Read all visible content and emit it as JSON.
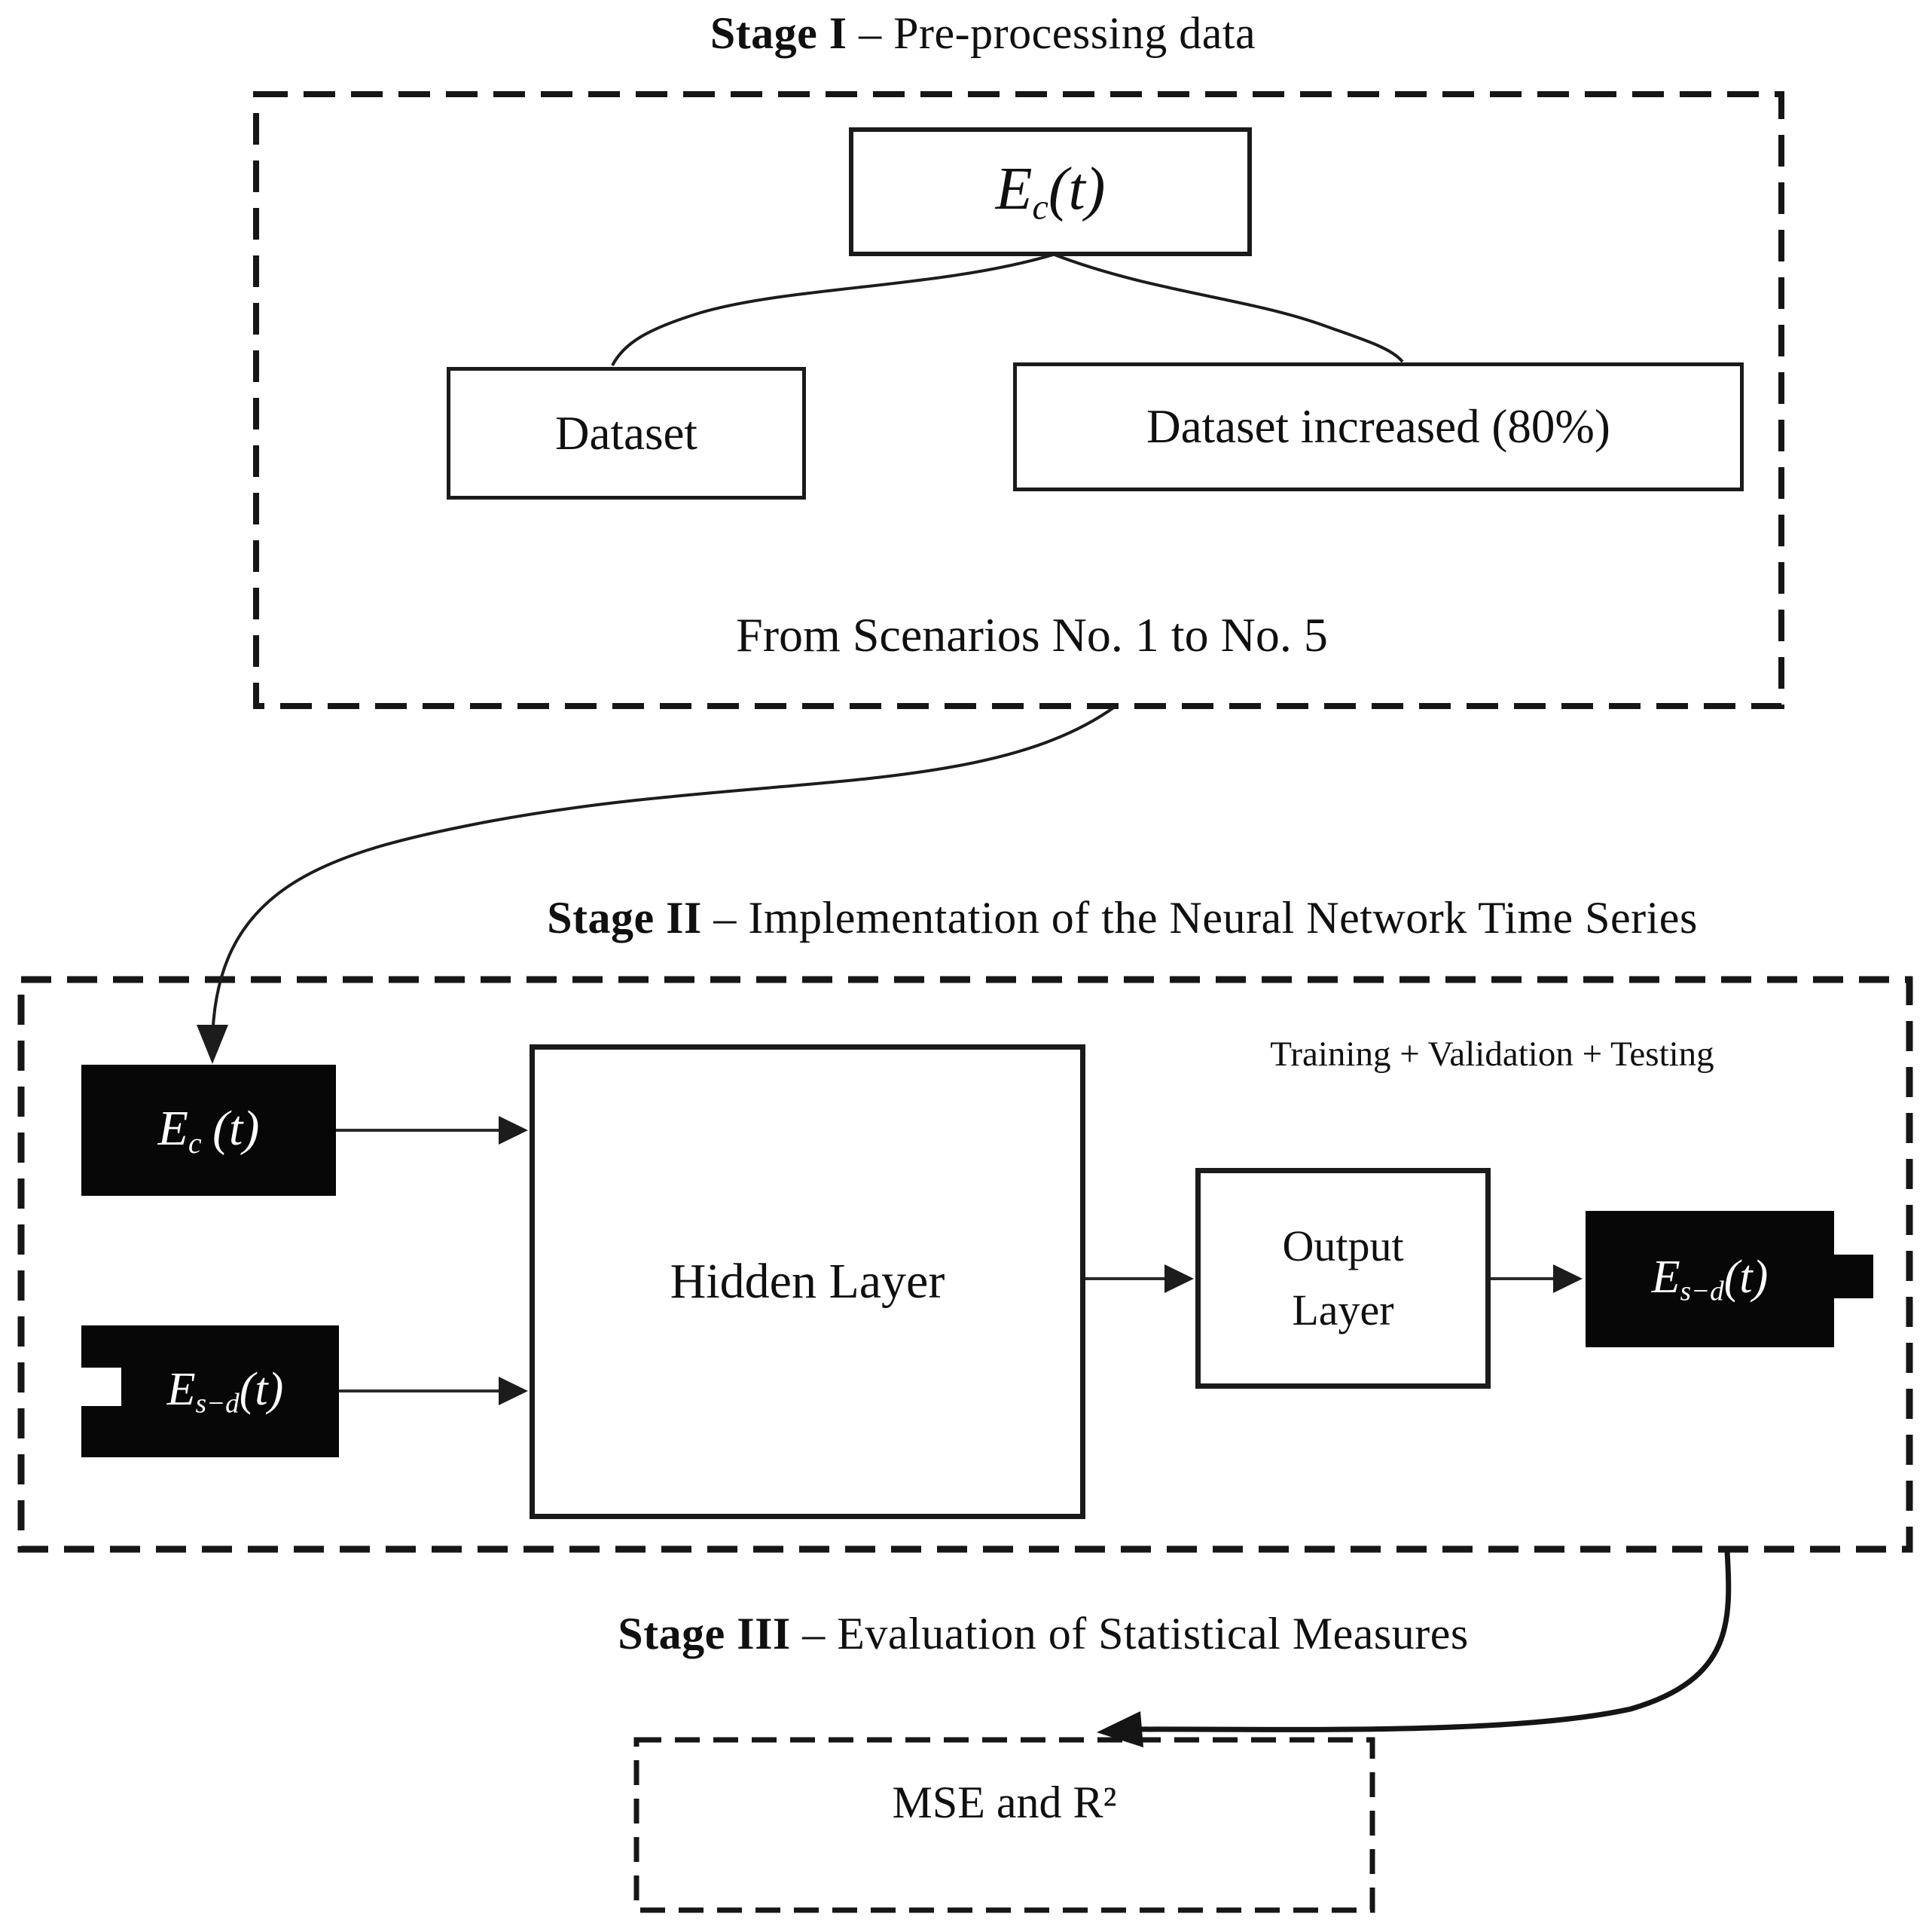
{
  "stage1": {
    "title_stage": "Stage I",
    "title_rest": " – Pre-processing data",
    "ec_box": {
      "base": "E",
      "sub": "c",
      "args": "(t)"
    },
    "dataset_label": "Dataset",
    "dataset_increased_label": "Dataset increased (80%)",
    "scenarios_note": "From Scenarios No. 1 to No. 5"
  },
  "stage2": {
    "title_stage": "Stage II",
    "title_rest": " – Implementation of the Neural Network Time Series",
    "training_note": "Training + Validation + Testing",
    "input_ec": {
      "base": "E",
      "sub": "c",
      "args": "(t)"
    },
    "input_esd": {
      "base": "E",
      "sub": "s−d",
      "args": "(t)"
    },
    "hidden_layer_label": "Hidden Layer",
    "output_layer_line1": "Output",
    "output_layer_line2": "Layer",
    "output_esd": {
      "base": "E",
      "sub": "s−d",
      "args": "(t)"
    }
  },
  "stage3": {
    "title_stage": "Stage III",
    "title_rest": " – Evaluation of Statistical Measures",
    "mse_label": "MSE and R²"
  },
  "colors": {
    "ink": "#1b1b1b",
    "paper": "#ffffff",
    "filled_box": "#070707",
    "filled_box_text": "#ffffff"
  }
}
